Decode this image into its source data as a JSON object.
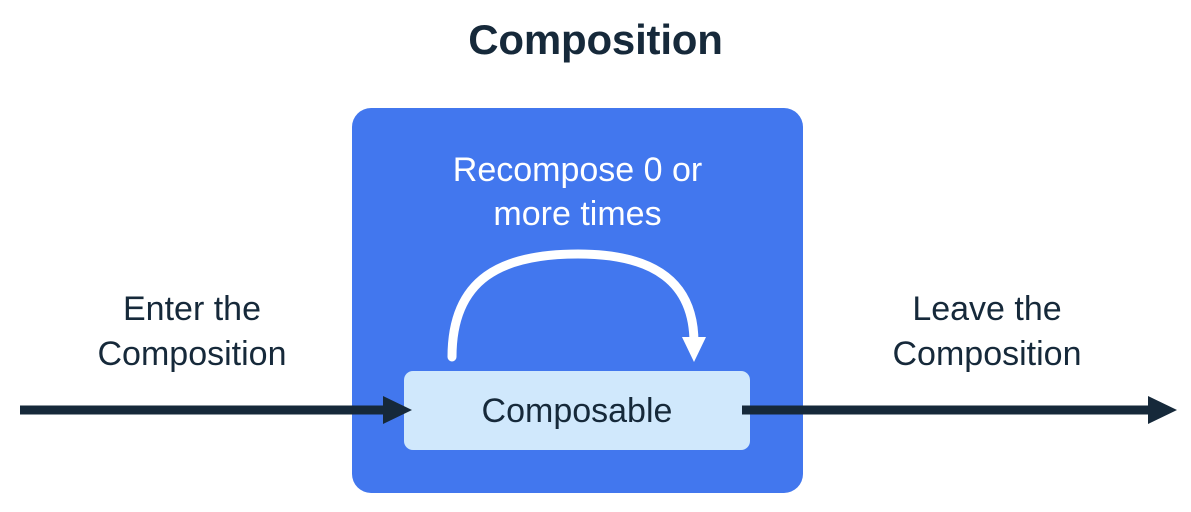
{
  "diagram": {
    "title": "Composition",
    "colors": {
      "background": "#ffffff",
      "composition_fill": "#4277ee",
      "composable_fill": "#d0e8fc",
      "text_dark": "#16293a",
      "text_light": "#ffffff",
      "arrow_dark": "#16293a",
      "arrow_light": "#ffffff"
    },
    "composition_box": {
      "recompose_caption_line1": "Recompose 0 or",
      "recompose_caption_line2": "more times",
      "loop_arrow_name": "recompose-loop-arrow",
      "composable_label": "Composable"
    },
    "enter_flow": {
      "caption_line1": "Enter the",
      "caption_line2": "Composition",
      "arrow_name": "enter-flow-arrow",
      "direction": "right"
    },
    "leave_flow": {
      "caption_line1": "Leave the",
      "caption_line2": "Composition",
      "arrow_name": "leave-flow-arrow",
      "direction": "right"
    }
  }
}
